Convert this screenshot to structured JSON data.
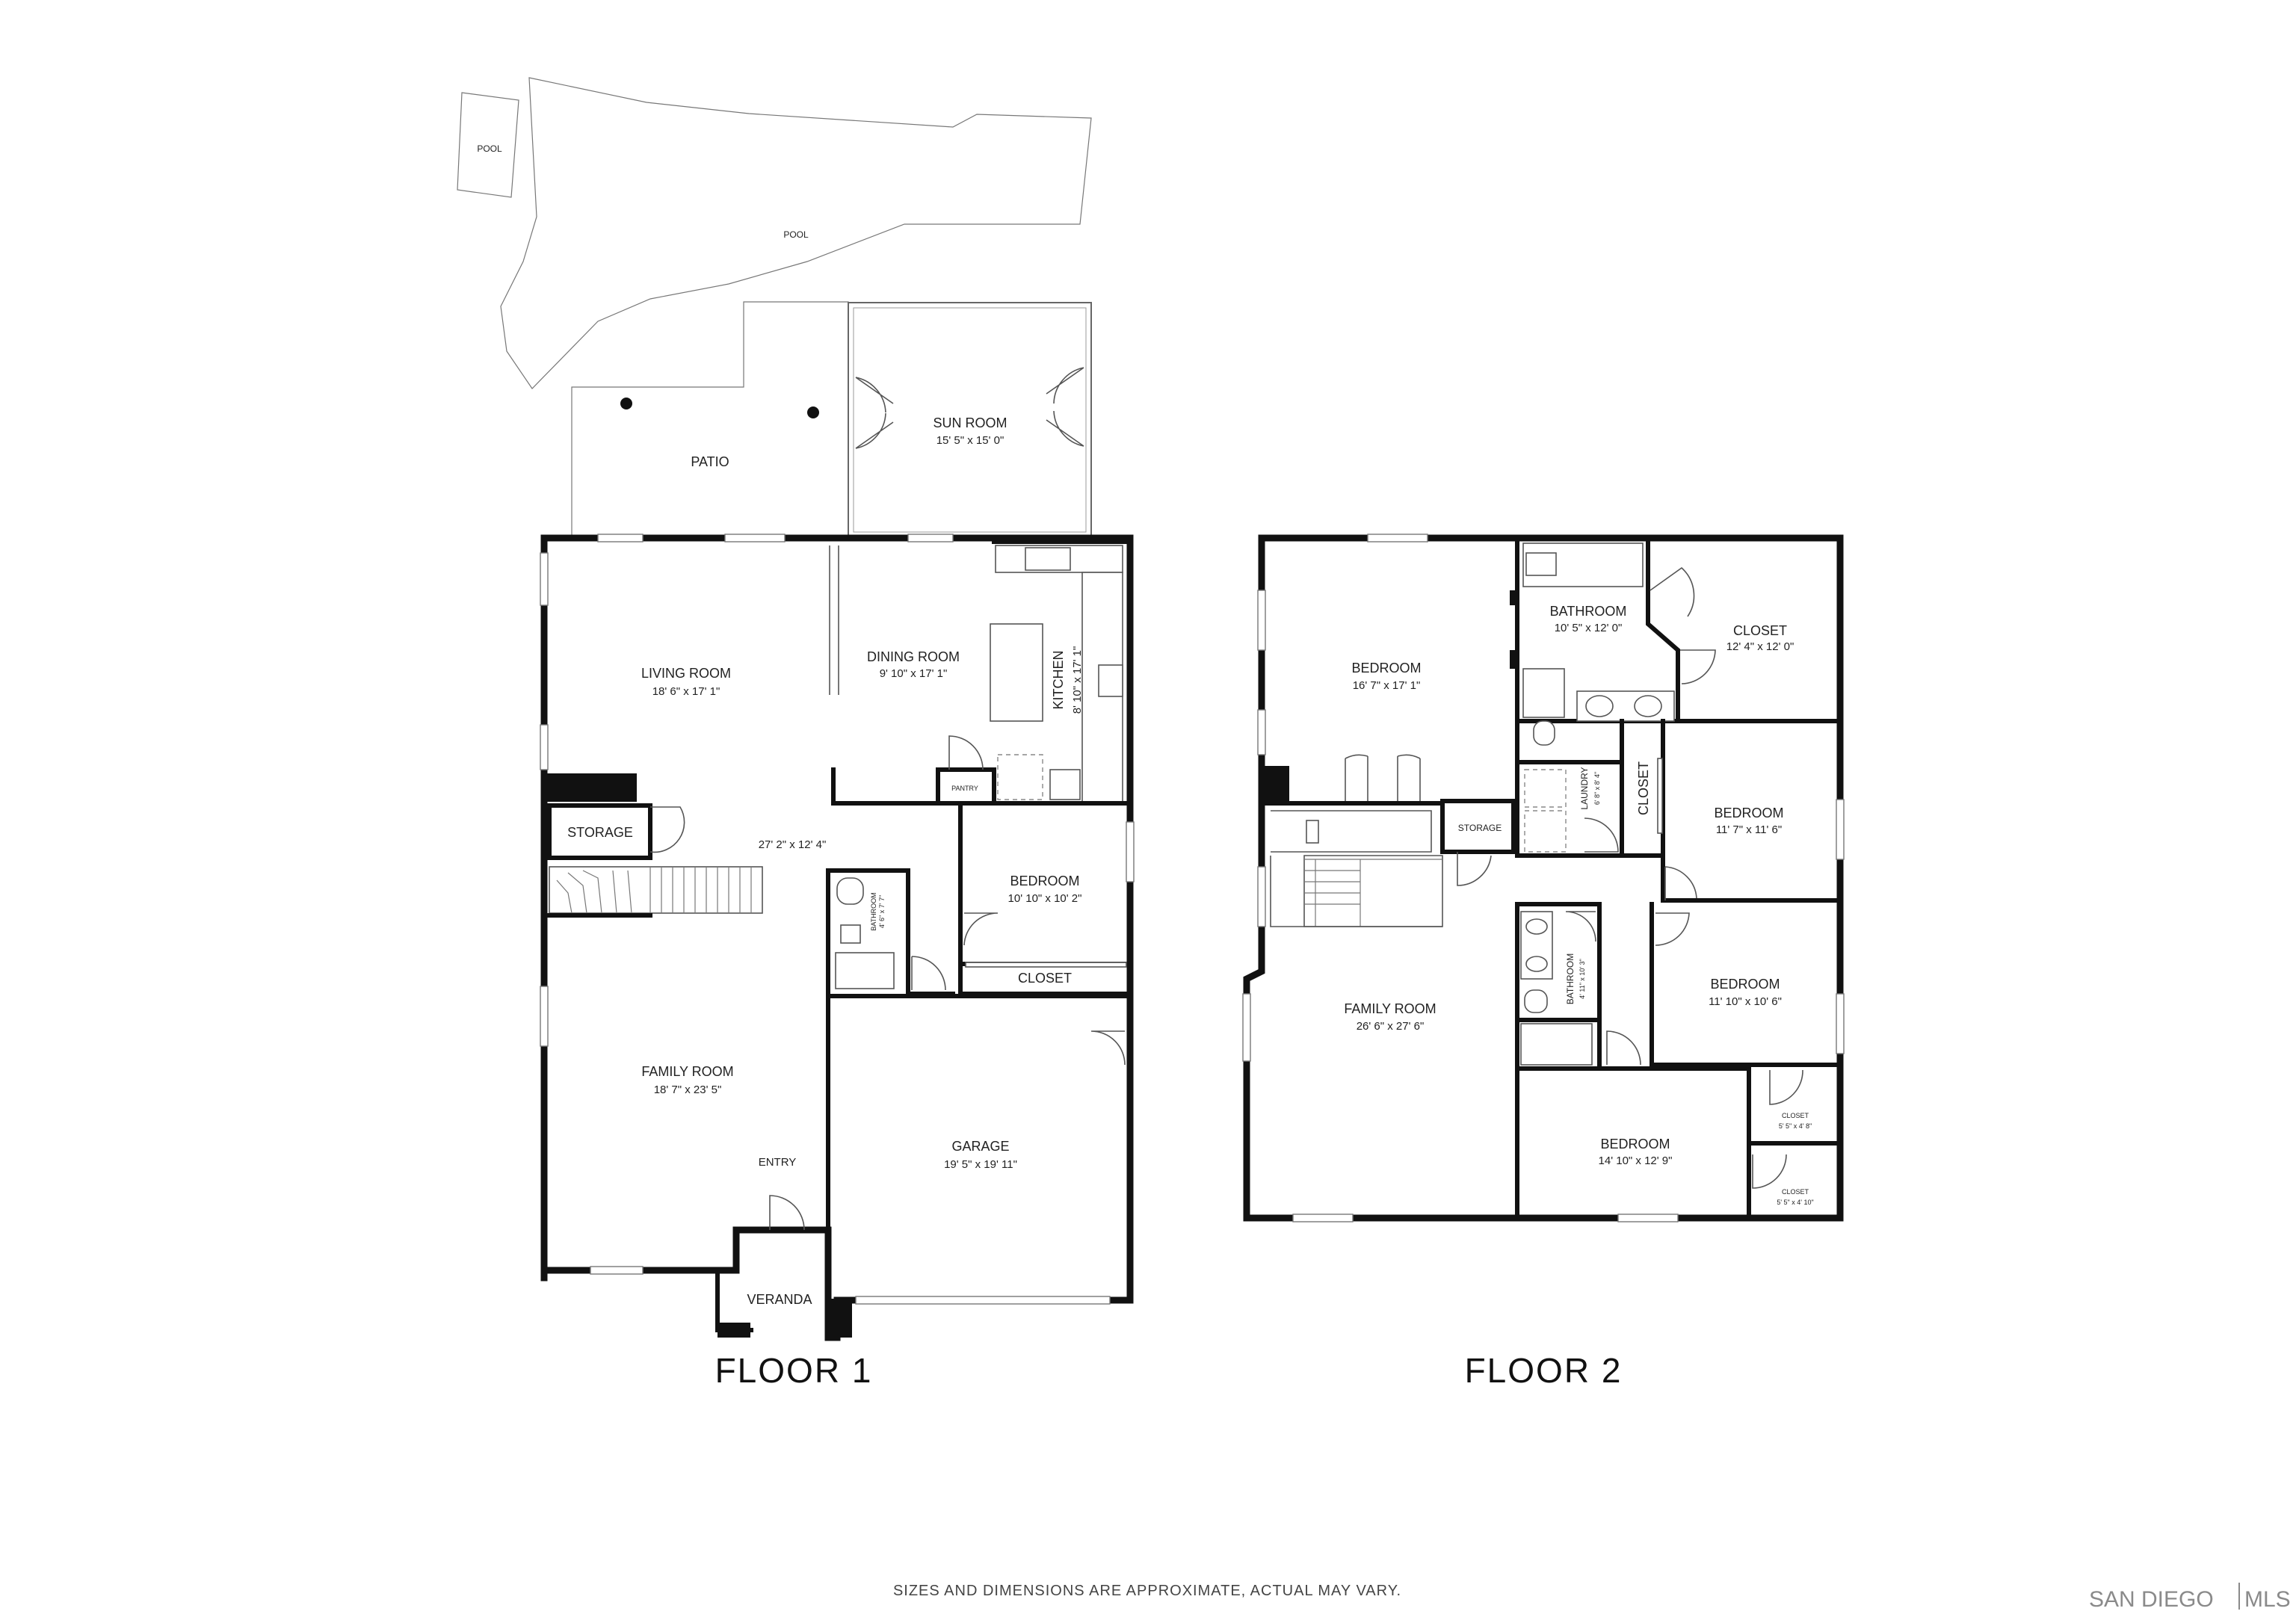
{
  "floor1": {
    "title": "FLOOR 1",
    "pool_small": "POOL",
    "pool": "POOL",
    "patio": "PATIO",
    "sun_room": {
      "name": "SUN ROOM",
      "dims": "15' 5\" x 15' 0\""
    },
    "living_room": {
      "name": "LIVING ROOM",
      "dims": "18' 6\" x 17' 1\""
    },
    "dining_room": {
      "name": "DINING ROOM",
      "dims": "9' 10\" x 17' 1\""
    },
    "kitchen": {
      "name": "KITCHEN",
      "dims": "8' 10\" x 17' 1\""
    },
    "pantry": "PANTRY",
    "storage": "STORAGE",
    "hall_dims": "27' 2\" x 12' 4\"",
    "bathroom": {
      "name": "BATHROOM",
      "dims": "4' 6\" x 7' 7\""
    },
    "bedroom": {
      "name": "BEDROOM",
      "dims": "10' 10\" x 10' 2\""
    },
    "closet": "CLOSET",
    "family_room": {
      "name": "FAMILY ROOM",
      "dims": "18' 7\" x 23' 5\""
    },
    "entry": "ENTRY",
    "garage": {
      "name": "GARAGE",
      "dims": "19' 5\" x 19' 11\""
    },
    "veranda": "VERANDA"
  },
  "floor2": {
    "title": "FLOOR 2",
    "bedroom_a": {
      "name": "BEDROOM",
      "dims": "16' 7\" x 17' 1\""
    },
    "bathroom_a": {
      "name": "BATHROOM",
      "dims": "10' 5\" x 12' 0\""
    },
    "closet_a": {
      "name": "CLOSET",
      "dims": "12' 4\" x 12' 0\""
    },
    "laundry": {
      "name": "LAUNDRY",
      "dims": "6' 8\" x 8' 4\""
    },
    "closet_b": "CLOSET",
    "bedroom_b": {
      "name": "BEDROOM",
      "dims": "11' 7\" x 11' 6\""
    },
    "storage": "STORAGE",
    "bathroom_b": {
      "name": "BATHROOM",
      "dims": "4' 11\" x 10' 3\""
    },
    "family_room": {
      "name": "FAMILY ROOM",
      "dims": "26' 6\" x 27' 6\""
    },
    "bedroom_c": {
      "name": "BEDROOM",
      "dims": "11' 10\" x 10' 6\""
    },
    "closet_c": {
      "name": "CLOSET",
      "dims": "5' 5\" x 4' 8\""
    },
    "bedroom_d": {
      "name": "BEDROOM",
      "dims": "14' 10\" x 12' 9\""
    },
    "closet_d": {
      "name": "CLOSET",
      "dims": "5' 5\" x 4' 10\""
    }
  },
  "footer": {
    "disclaimer": "SIZES AND DIMENSIONS ARE APPROXIMATE, ACTUAL MAY VARY.",
    "brand_left": "SAN DIEGO",
    "brand_right": "MLS"
  }
}
